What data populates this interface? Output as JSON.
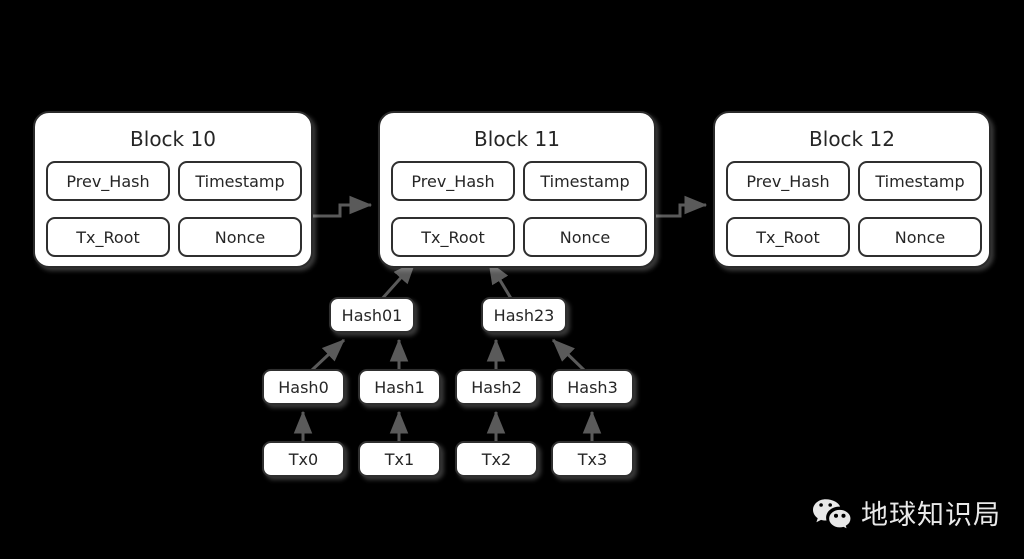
{
  "diagram": {
    "title": "Blockchain block chain with Merkle tree",
    "background_color": "#000000",
    "box_fill_color": "#ffffff",
    "box_border_color": "#2f2f2f",
    "text_color": "#262626",
    "arrow_color": "#5a5a5a"
  },
  "blocks": [
    {
      "title": "Block 10",
      "fields": [
        {
          "label": "Prev_Hash"
        },
        {
          "label": "Timestamp"
        },
        {
          "label": "Tx_Root"
        },
        {
          "label": "Nonce"
        }
      ]
    },
    {
      "title": "Block 11",
      "fields": [
        {
          "label": "Prev_Hash"
        },
        {
          "label": "Timestamp"
        },
        {
          "label": "Tx_Root"
        },
        {
          "label": "Nonce"
        }
      ]
    },
    {
      "title": "Block 12",
      "fields": [
        {
          "label": "Prev_Hash"
        },
        {
          "label": "Timestamp"
        },
        {
          "label": "Tx_Root"
        },
        {
          "label": "Nonce"
        }
      ]
    }
  ],
  "merkle": {
    "branch_nodes": [
      {
        "label": "Hash01"
      },
      {
        "label": "Hash23"
      }
    ],
    "leaf_hash_nodes": [
      {
        "label": "Hash0"
      },
      {
        "label": "Hash1"
      },
      {
        "label": "Hash2"
      },
      {
        "label": "Hash3"
      }
    ],
    "transaction_nodes": [
      {
        "label": "Tx0"
      },
      {
        "label": "Tx1"
      },
      {
        "label": "Tx2"
      },
      {
        "label": "Tx3"
      }
    ]
  },
  "watermark": {
    "text": "地球知识局",
    "icon": "wechat-logo-icon",
    "color": "#e9e9e9"
  }
}
